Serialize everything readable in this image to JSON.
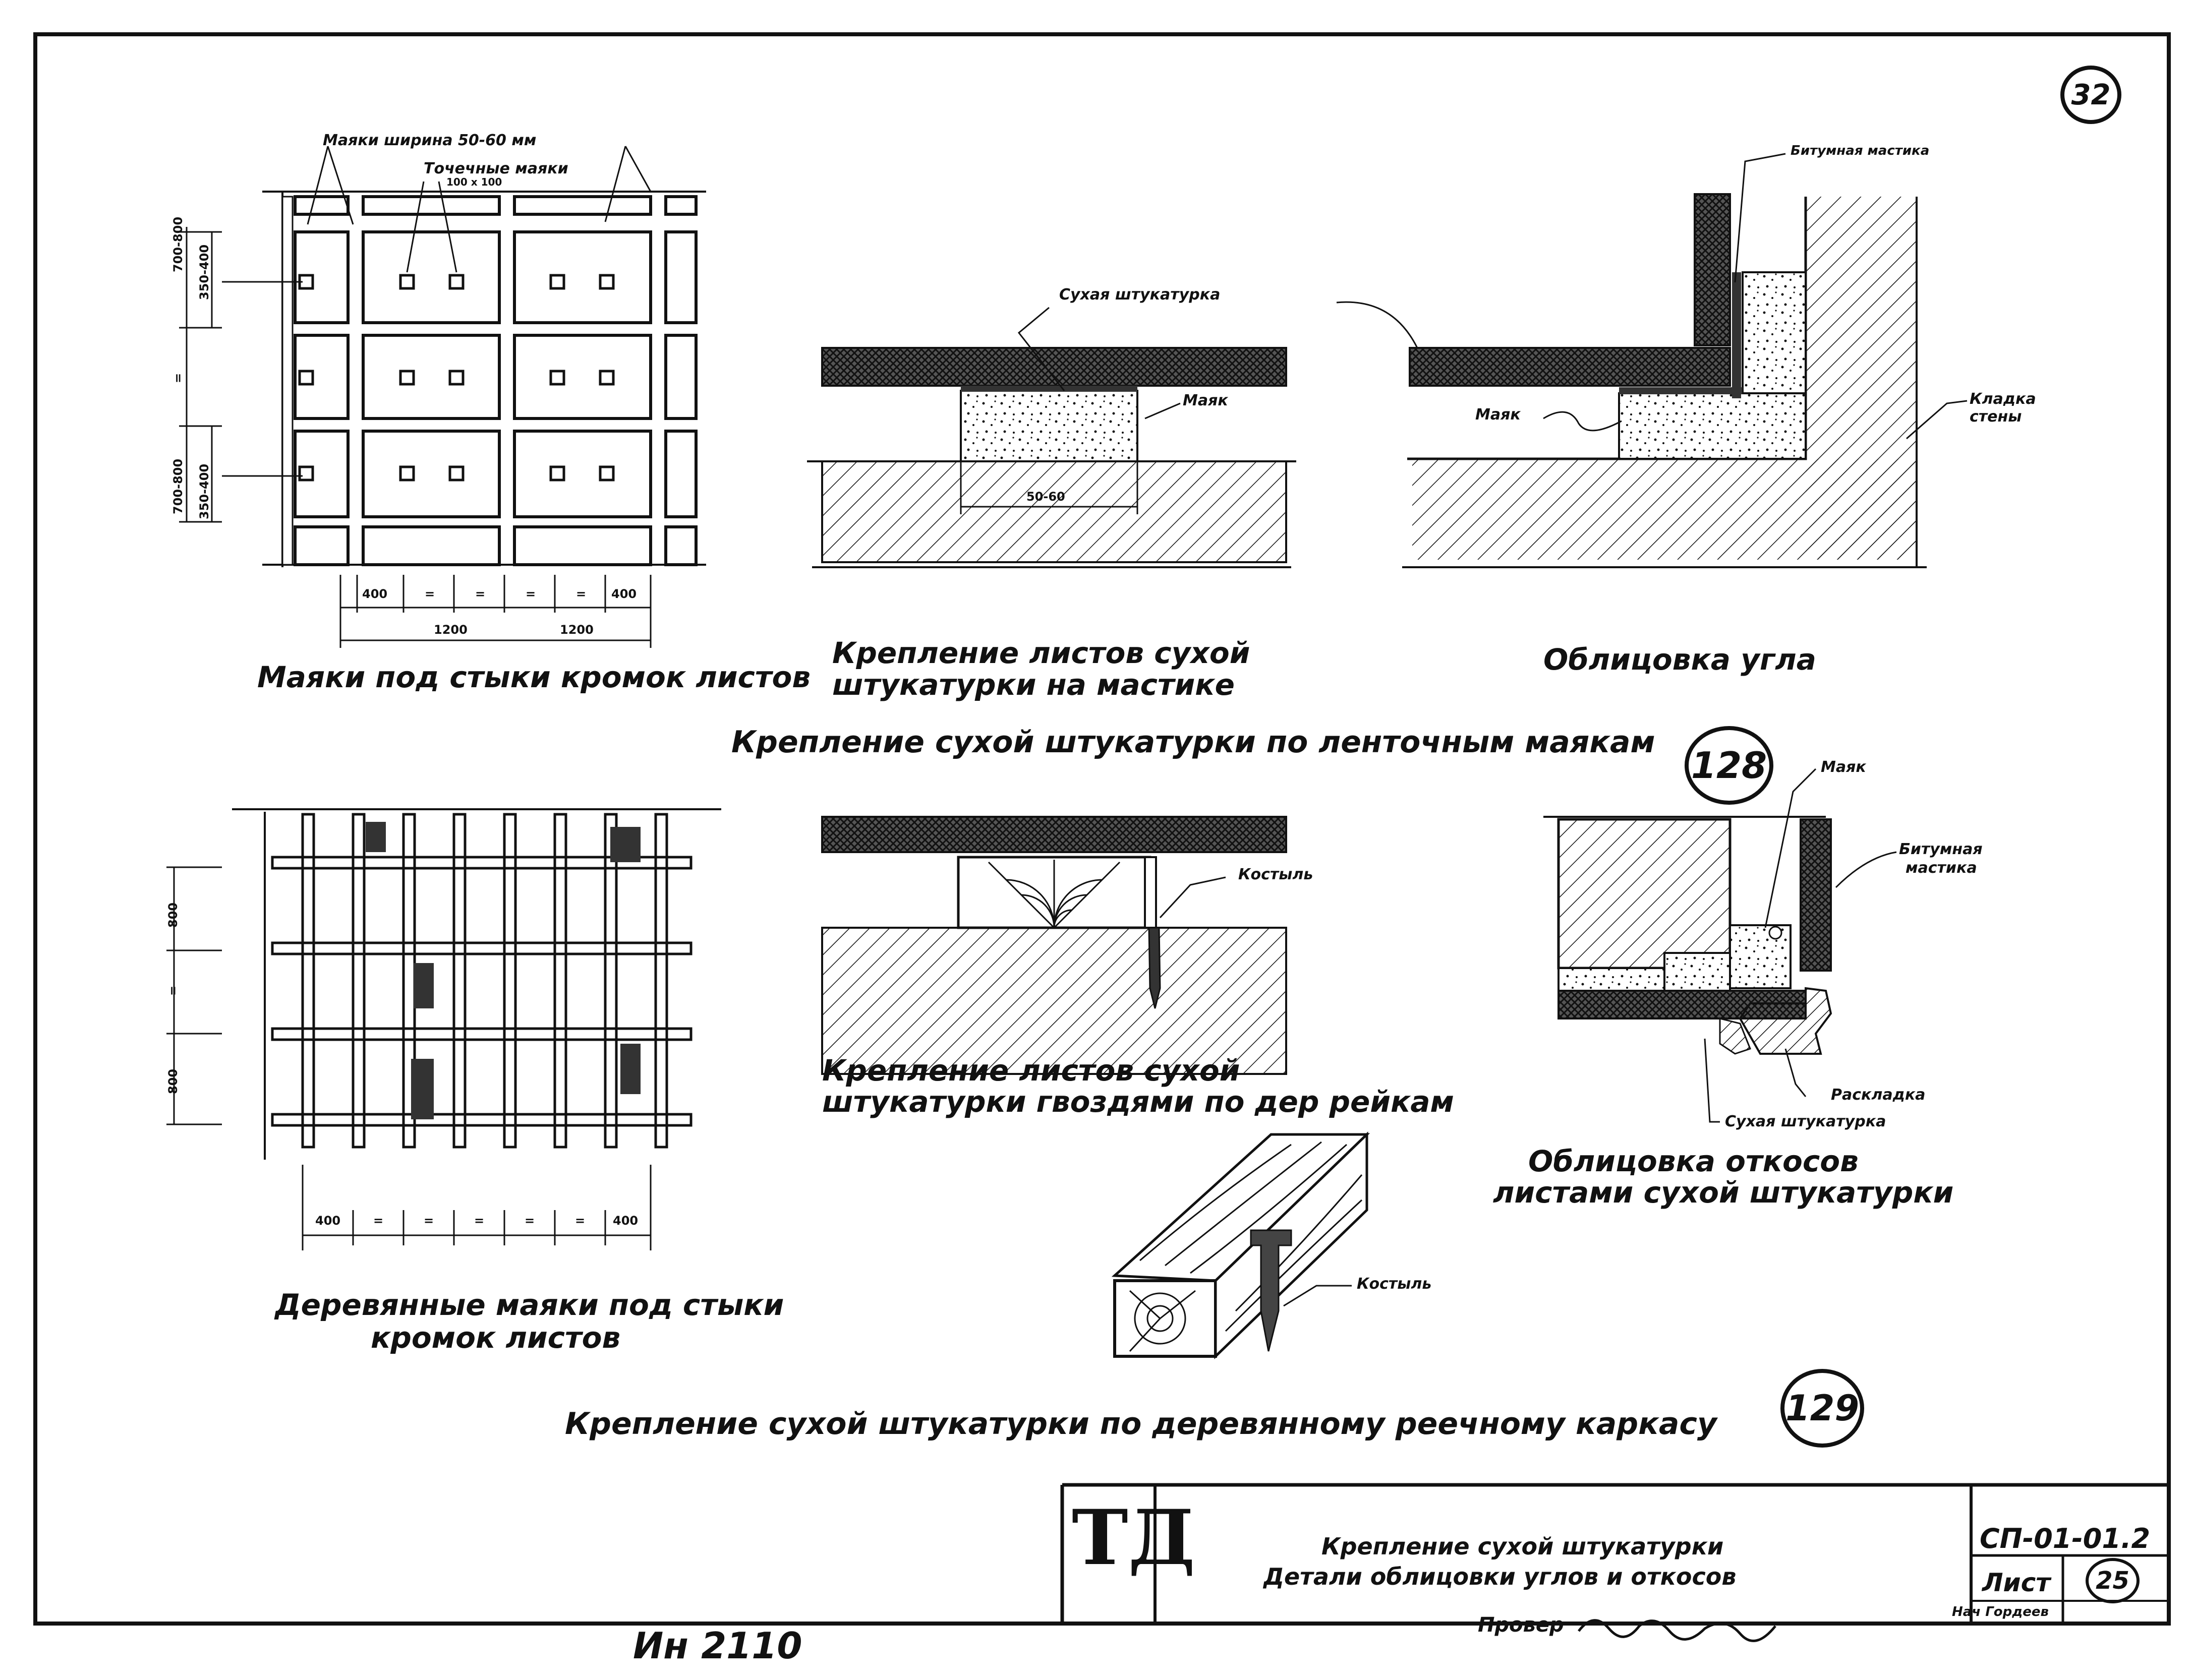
{
  "sheet": {
    "page_number": "32",
    "detail_128": "128",
    "detail_129": "129"
  },
  "fig1": {
    "caption": "Маяки под стыки кромок листов",
    "label_strip_beacons": "Маяки ширина 50-60 мм",
    "label_point_beacons": "Точечные маяки",
    "label_point_size": "100 х 100",
    "dims_left": [
      "700-800",
      "350-400",
      "=",
      "700-800",
      "350-400"
    ],
    "dims_bottom_top": [
      "400",
      "=",
      "=",
      "=",
      "=",
      "400"
    ],
    "dims_bottom": [
      "1200",
      "1200"
    ]
  },
  "fig2": {
    "caption_line1": "Крепление листов сухой",
    "caption_line2": "штукатурки на мастике",
    "label_dry_plaster": "Сухая штукатурка",
    "label_beacon": "Маяк",
    "dim": "50-60"
  },
  "fig3": {
    "caption": "Облицовка угла",
    "label_bitumen": "Битумная мастика",
    "label_beacon": "Маяк",
    "label_wall_line1": "Кладка",
    "label_wall_line2": "стены"
  },
  "section1_title": "Крепление сухой штукатурки по ленточным маякам",
  "fig4": {
    "caption_line1": "Деревянные маяки под стыки",
    "caption_line2": "кромок листов",
    "dims_left": [
      "800",
      "=",
      "800"
    ],
    "dims_bottom": [
      "400",
      "=",
      "=",
      "=",
      "=",
      "=",
      "400"
    ]
  },
  "fig5": {
    "caption_line1": "Крепление листов сухой",
    "caption_line2": "штукатурки гвоздями по дер рейкам",
    "label_nail": "Костыль"
  },
  "fig6": {
    "label_nail": "Костыль"
  },
  "fig7": {
    "caption_line1": "Облицовка откосов",
    "caption_line2": "листами сухой штукатурки",
    "label_beacon": "Маяк",
    "label_bitumen_line1": "Битумная",
    "label_bitumen_line2": "мастика",
    "label_layout": "Раскладка",
    "label_dry_plaster": "Сухая штукатурка"
  },
  "section2_title": "Крепление  сухой штукатурки по деревянному реечному каркасу",
  "title_block": {
    "logo": "ТД",
    "title_line1": "Крепление сухой штукатурки",
    "title_line2": "Детали облицовки углов и откосов",
    "code": "СП-01-01.2",
    "sheet_label": "Лист",
    "sheet_number": "25",
    "checked": "Провер",
    "author": "Нач Гордеев"
  },
  "inventory": "Ин 2110",
  "colors": {
    "ink": "#111111",
    "paper": "#ffffff"
  }
}
